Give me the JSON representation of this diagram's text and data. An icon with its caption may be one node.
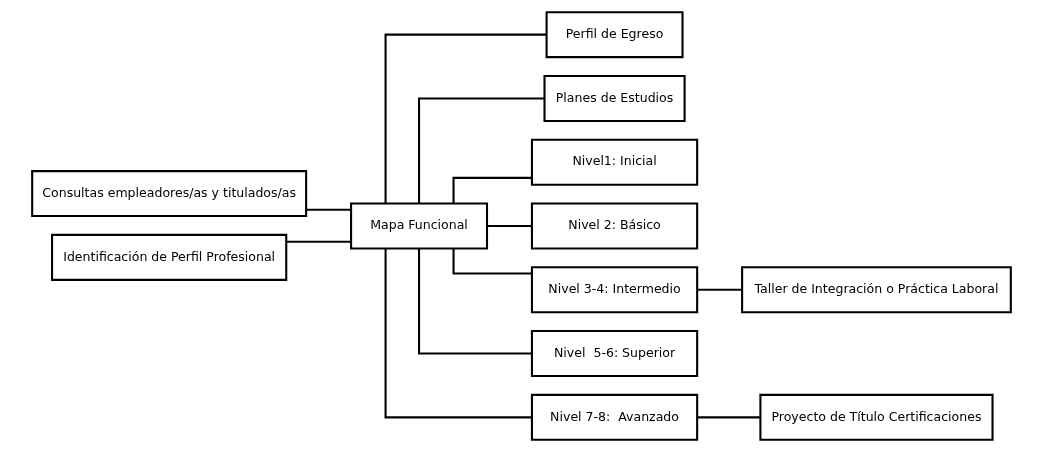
{
  "diagram": {
    "nodes": [
      {
        "text": [
          "Consultas empleadores/as y titulados/as"
        ]
      },
      {
        "text": [
          "Identificación de Perfil Profesional"
        ]
      },
      {
        "text": [
          "Mapa Funcional"
        ]
      },
      {
        "text": [
          "Perfil de Egreso"
        ]
      },
      {
        "text": [
          "Planes de Estudios"
        ]
      },
      {
        "text": [
          "Nivel1: Inicial"
        ]
      },
      {
        "text": [
          "Nivel 2: Básico"
        ]
      },
      {
        "text": [
          "Nivel 3-4: Intermedio"
        ]
      },
      {
        "text": [
          "Taller de Integración o Práctica Laboral"
        ]
      },
      {
        "text": [
          "Nivel  5-6: Superior"
        ]
      },
      {
        "text": [
          "Proyecto de Título Certificaciones"
        ]
      },
      {
        "text": [
          "Nivel 7-8:  Avanzado"
        ]
      }
    ],
    "edges": [
      {
        "from": 0,
        "to": 2,
        "arrow": "none"
      },
      {
        "from": 1,
        "to": 2,
        "arrow": "none"
      },
      {
        "from": 2,
        "to": 3,
        "arrow": "none"
      },
      {
        "from": 2,
        "to": 4,
        "arrow": "none"
      },
      {
        "from": 2,
        "to": 5,
        "arrow": "none"
      },
      {
        "from": 2,
        "to": 6,
        "arrow": "none"
      },
      {
        "from": 2,
        "to": 7,
        "arrow": "none"
      },
      {
        "from": 2,
        "to": 9,
        "arrow": "none"
      },
      {
        "from": 2,
        "to": 11,
        "arrow": "none"
      },
      {
        "from": 7,
        "to": 8,
        "arrow": "none"
      },
      {
        "from": 11,
        "to": 10,
        "arrow": "none"
      }
    ]
  }
}
